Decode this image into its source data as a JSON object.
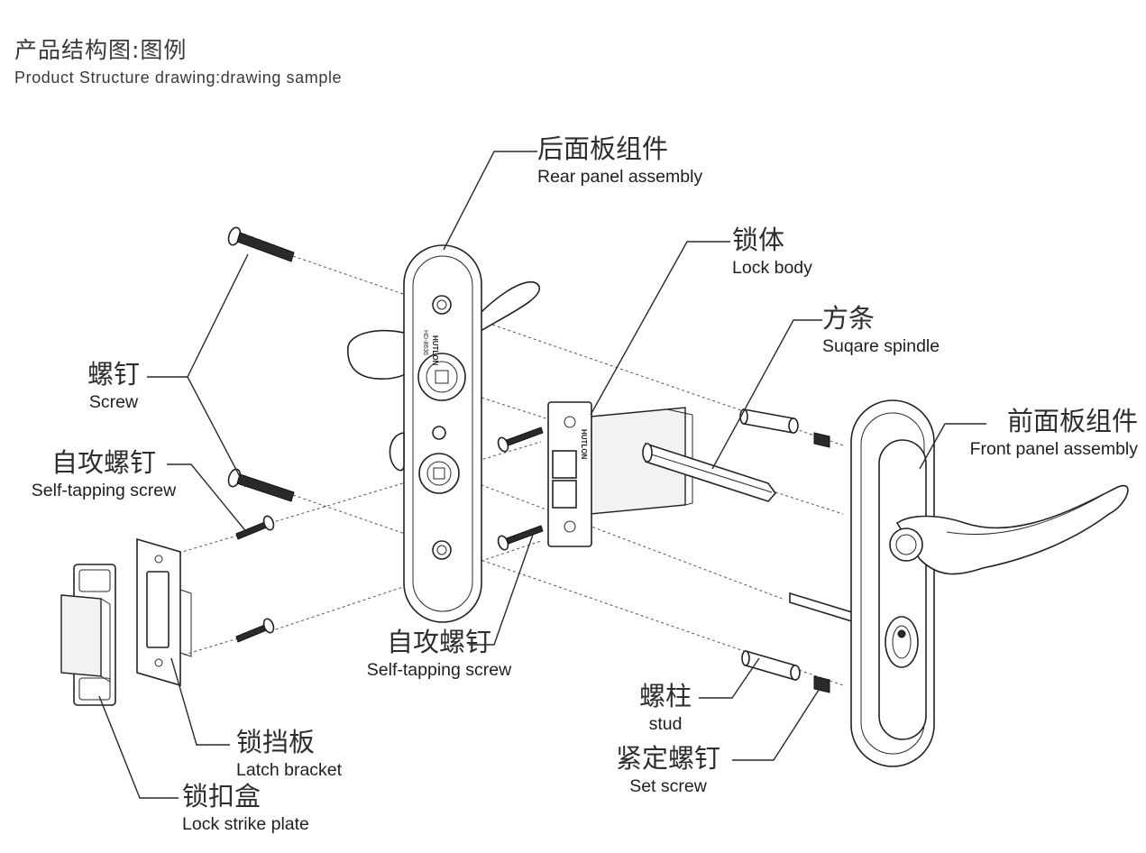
{
  "header": {
    "title_cn": "产品结构图:图例",
    "title_en": "Product Structure drawing:drawing sample"
  },
  "labels": {
    "rear_panel": {
      "cn": "后面板组件",
      "en": "Rear panel assembly"
    },
    "lock_body": {
      "cn": "锁体",
      "en": "Lock body"
    },
    "spindle": {
      "cn": "方条",
      "en": "Suqare spindle"
    },
    "front_panel": {
      "cn": "前面板组件",
      "en": "Front panel assembly"
    },
    "screw": {
      "cn": "螺钉",
      "en": "Screw"
    },
    "self_tapping_left": {
      "cn": "自攻螺钉",
      "en": "Self-tapping screw"
    },
    "self_tapping_center": {
      "cn": "自攻螺钉",
      "en": "Self-tapping screw"
    },
    "stud": {
      "cn": "螺柱",
      "en": "stud"
    },
    "set_screw": {
      "cn": "紧定螺钉",
      "en": "Set screw"
    },
    "latch_bracket": {
      "cn": "锁挡板",
      "en": "Latch bracket"
    },
    "strike_plate": {
      "cn": "锁扣盒",
      "en": "Lock strike plate"
    }
  },
  "engravings": {
    "brand": "HUTLON",
    "model": "HD-8636"
  }
}
